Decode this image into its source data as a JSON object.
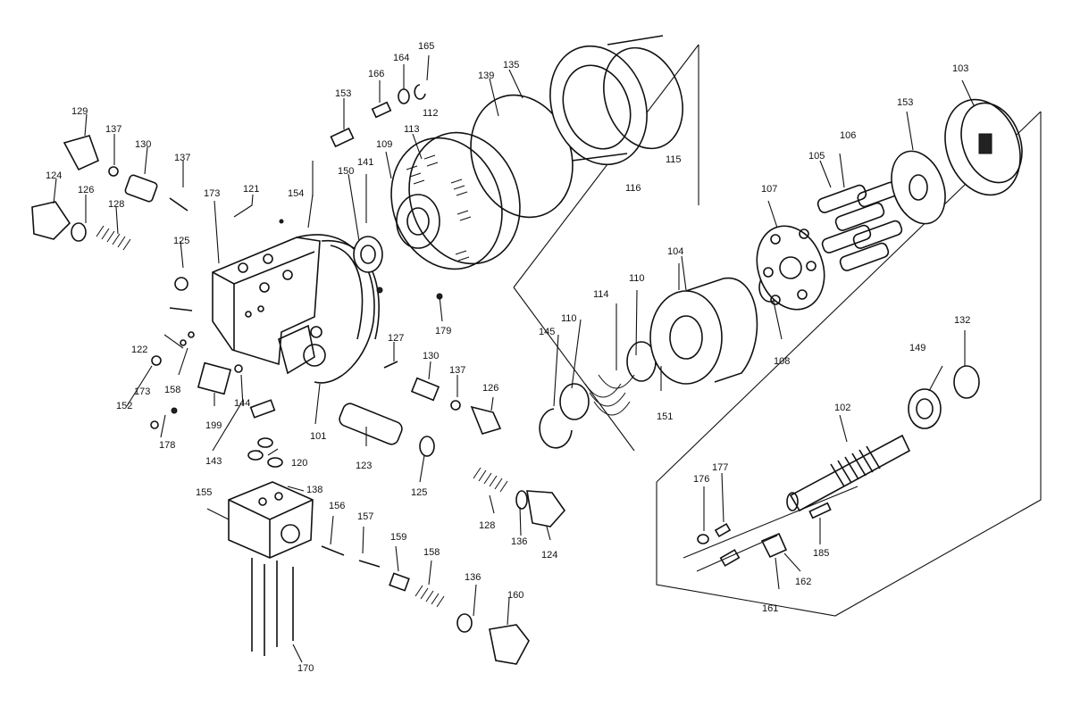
{
  "parts": [
    {
      "id": "p101",
      "label": "101"
    },
    {
      "id": "p102",
      "label": "102"
    },
    {
      "id": "p103",
      "label": "103"
    },
    {
      "id": "p104",
      "label": "104"
    },
    {
      "id": "p105",
      "label": "105"
    },
    {
      "id": "p106",
      "label": "106"
    },
    {
      "id": "p107",
      "label": "107"
    },
    {
      "id": "p108",
      "label": "108"
    },
    {
      "id": "p109",
      "label": "109"
    },
    {
      "id": "p110a",
      "label": "110"
    },
    {
      "id": "p110b",
      "label": "110"
    },
    {
      "id": "p112",
      "label": "112"
    },
    {
      "id": "p113",
      "label": "113"
    },
    {
      "id": "p114",
      "label": "114"
    },
    {
      "id": "p115",
      "label": "115"
    },
    {
      "id": "p116",
      "label": "116"
    },
    {
      "id": "p120",
      "label": "120"
    },
    {
      "id": "p121",
      "label": "121"
    },
    {
      "id": "p122",
      "label": "122"
    },
    {
      "id": "p123",
      "label": "123"
    },
    {
      "id": "p124a",
      "label": "124"
    },
    {
      "id": "p124b",
      "label": "124"
    },
    {
      "id": "p125a",
      "label": "125"
    },
    {
      "id": "p125b",
      "label": "125"
    },
    {
      "id": "p126a",
      "label": "126"
    },
    {
      "id": "p126b",
      "label": "126"
    },
    {
      "id": "p127",
      "label": "127"
    },
    {
      "id": "p128a",
      "label": "128"
    },
    {
      "id": "p128b",
      "label": "128"
    },
    {
      "id": "p129",
      "label": "129"
    },
    {
      "id": "p130a",
      "label": "130"
    },
    {
      "id": "p130b",
      "label": "130"
    },
    {
      "id": "p132",
      "label": "132"
    },
    {
      "id": "p135",
      "label": "135"
    },
    {
      "id": "p136a",
      "label": "136"
    },
    {
      "id": "p136b",
      "label": "136"
    },
    {
      "id": "p137a",
      "label": "137"
    },
    {
      "id": "p137b",
      "label": "137"
    },
    {
      "id": "p137c",
      "label": "137"
    },
    {
      "id": "p138",
      "label": "138"
    },
    {
      "id": "p139",
      "label": "139"
    },
    {
      "id": "p141",
      "label": "141"
    },
    {
      "id": "p143",
      "label": "143"
    },
    {
      "id": "p144",
      "label": "144"
    },
    {
      "id": "p145",
      "label": "145"
    },
    {
      "id": "p149",
      "label": "149"
    },
    {
      "id": "p150",
      "label": "150"
    },
    {
      "id": "p151",
      "label": "151"
    },
    {
      "id": "p152",
      "label": "152"
    },
    {
      "id": "p153a",
      "label": "153"
    },
    {
      "id": "p153b",
      "label": "153"
    },
    {
      "id": "p154",
      "label": "154"
    },
    {
      "id": "p155",
      "label": "155"
    },
    {
      "id": "p156",
      "label": "156"
    },
    {
      "id": "p157",
      "label": "157"
    },
    {
      "id": "p158a",
      "label": "158"
    },
    {
      "id": "p158b",
      "label": "158"
    },
    {
      "id": "p159",
      "label": "159"
    },
    {
      "id": "p160",
      "label": "160"
    },
    {
      "id": "p161",
      "label": "161"
    },
    {
      "id": "p162",
      "label": "162"
    },
    {
      "id": "p164",
      "label": "164"
    },
    {
      "id": "p165",
      "label": "165"
    },
    {
      "id": "p166",
      "label": "166"
    },
    {
      "id": "p170",
      "label": "170"
    },
    {
      "id": "p173a",
      "label": "173"
    },
    {
      "id": "p173b",
      "label": "173"
    },
    {
      "id": "p176",
      "label": "176"
    },
    {
      "id": "p177",
      "label": "177"
    },
    {
      "id": "p178",
      "label": "178"
    },
    {
      "id": "p179",
      "label": "179"
    },
    {
      "id": "p185",
      "label": "185"
    },
    {
      "id": "p199",
      "label": "199"
    }
  ]
}
